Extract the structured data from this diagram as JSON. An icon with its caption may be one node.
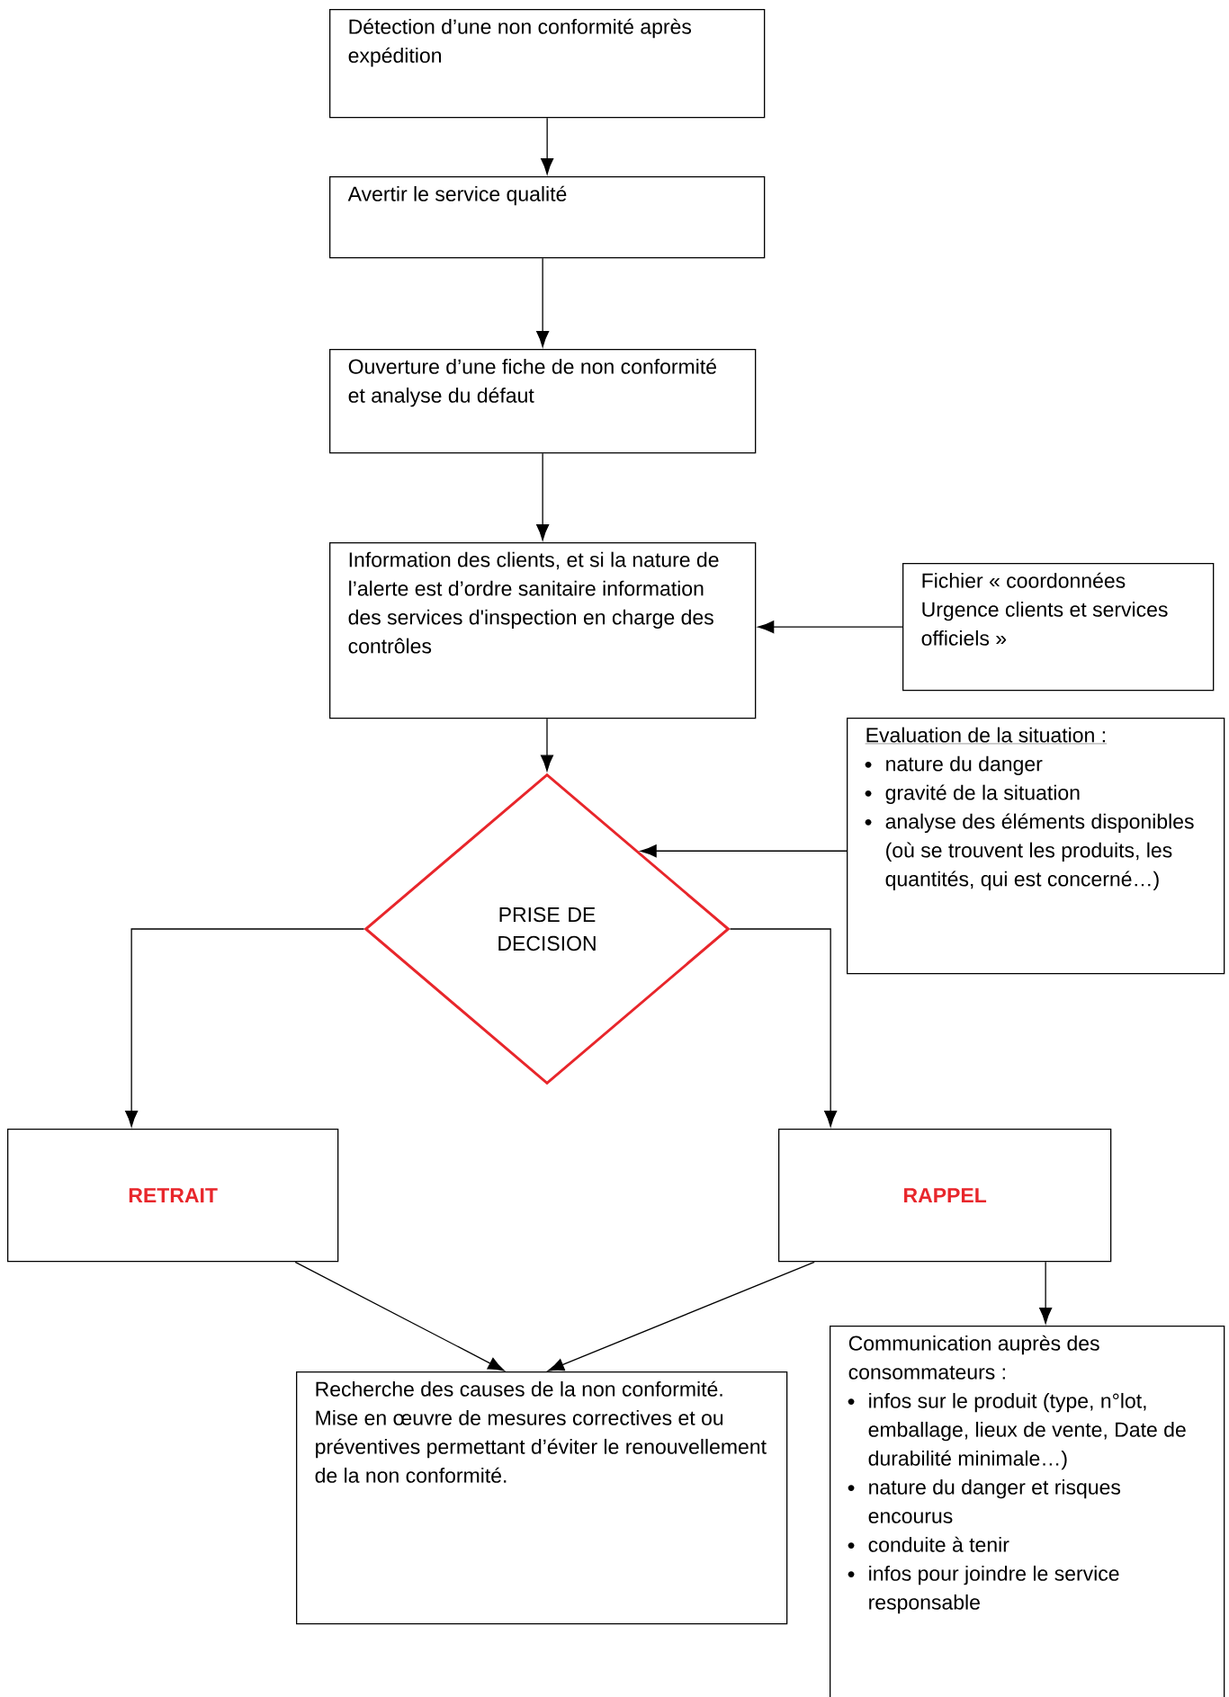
{
  "diagram": {
    "nodes": [
      {
        "text": [
          "Détection d’une non conformité après expédition"
        ]
      },
      {
        "text": [
          "Avertir le service qualité"
        ]
      },
      {
        "text": [
          "Ouverture d’une fiche de non conformité et analyse du défaut"
        ]
      },
      {
        "text": [
          "Information des clients, et si la nature de l’alerte est d’ordre sanitaire information des services d'inspection en charge des contrôles"
        ]
      },
      {
        "text": [
          "Fichier « coordonnées Urgence clients et services officiels »"
        ]
      },
      {
        "text": [
          "Evaluation de la situation :",
          "nature du danger",
          "gravité de la situation",
          "analyse des éléments disponibles (où se trouvent les produits, les quantités, qui est concerné…)"
        ]
      },
      {
        "text": [
          "PRISE DE DECISION"
        ]
      },
      {
        "text": [
          "RETRAIT"
        ]
      },
      {
        "text": [
          "RAPPEL"
        ]
      },
      {
        "text": [
          "Recherche des causes de la non conformité.",
          "Mise en œuvre de mesures correctives et ou préventives permettant d’éviter le renouvellement de la non conformité."
        ]
      },
      {
        "text": [
          "Communication auprès des consommateurs :",
          "infos sur le produit (type, n°lot, emballage, lieux de vente, Date de durabilité minimale…)",
          "nature du danger et risques encourus",
          "conduite à tenir",
          "infos pour joindre le service responsable"
        ]
      }
    ],
    "edges": [
      {
        "from": 0,
        "to": 1,
        "arrow": "to"
      },
      {
        "from": 1,
        "to": 2,
        "arrow": "to"
      },
      {
        "from": 2,
        "to": 3,
        "arrow": "to"
      },
      {
        "from": 4,
        "to": 3,
        "arrow": "to"
      },
      {
        "from": 3,
        "to": 6,
        "arrow": "to"
      },
      {
        "from": 5,
        "to": 6,
        "arrow": "to"
      },
      {
        "from": 6,
        "to": 7,
        "arrow": "to"
      },
      {
        "from": 6,
        "to": 8,
        "arrow": "to"
      },
      {
        "from": 7,
        "to": 9,
        "arrow": "to"
      },
      {
        "from": 8,
        "to": 9,
        "arrow": "to"
      },
      {
        "from": 8,
        "to": 10,
        "arrow": "to"
      }
    ]
  }
}
